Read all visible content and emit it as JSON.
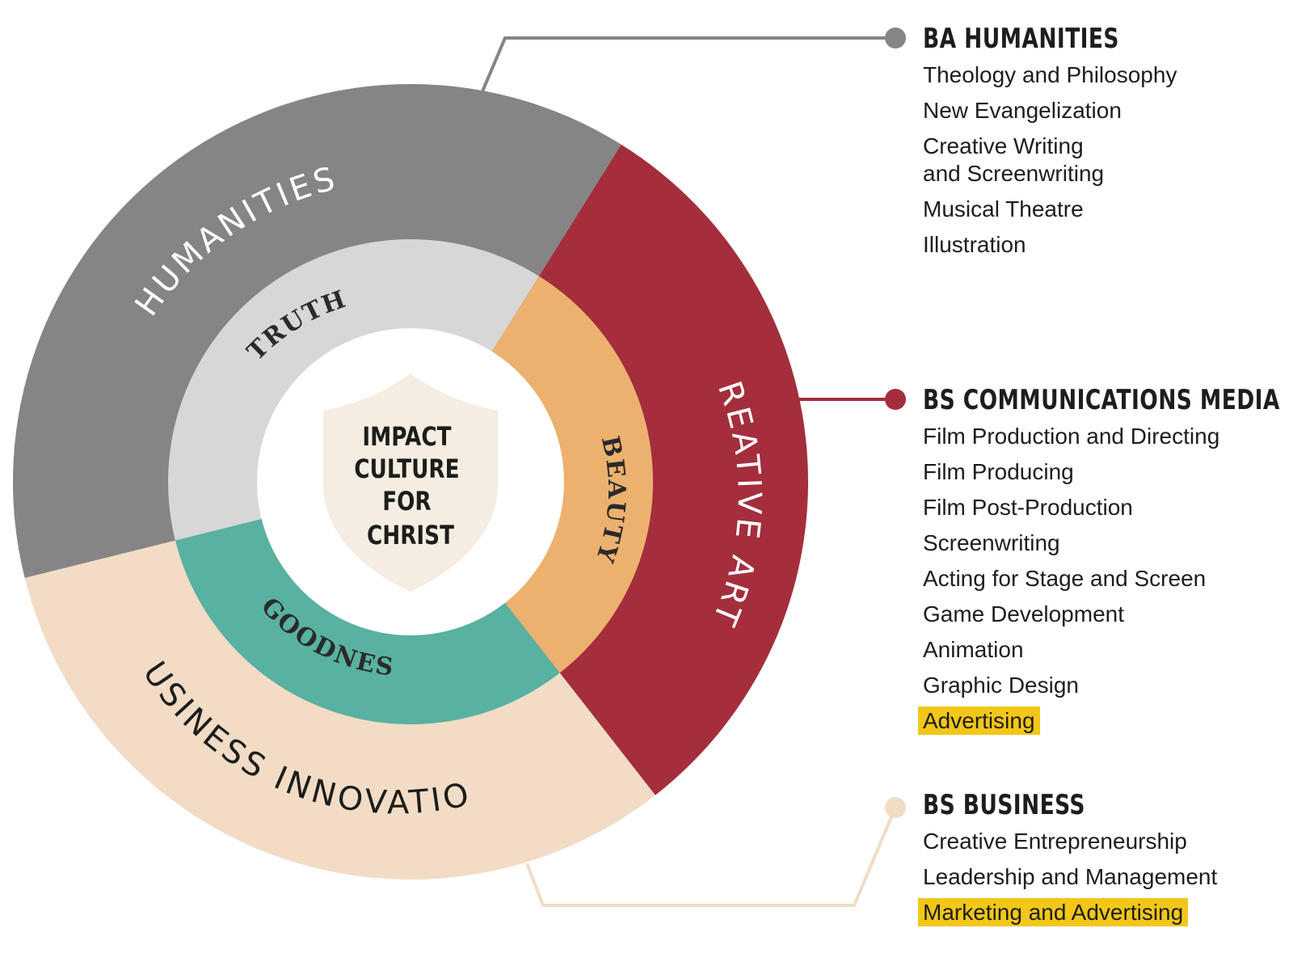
{
  "center": {
    "lines": [
      "IMPACT",
      "CULTURE",
      "FOR",
      "CHRIST"
    ]
  },
  "inner_ring": {
    "truth": "TRUTH",
    "beauty": "BEAUTY",
    "goodness": "GOODNESS"
  },
  "outer_ring": {
    "humanities": "HUMANITIES",
    "creative_arts": "CREATIVE ARTS",
    "business_innovation": "BUSINESS INNOVATION"
  },
  "colors": {
    "humanities": "#858585",
    "creative_arts": "#a42e3c",
    "business": "#f2dcc6",
    "truth": "#d7d7d7",
    "beauty": "#ecb16e",
    "goodness": "#58b1a1",
    "shield": "#f5ede1",
    "highlight": "#f2c718"
  },
  "programs": [
    {
      "title": "BA HUMANITIES",
      "items": [
        {
          "text": "Theology and Philosophy",
          "highlight": false
        },
        {
          "text": "New Evangelization",
          "highlight": false
        },
        {
          "text": "Creative Writing\nand Screenwriting",
          "highlight": false
        },
        {
          "text": "Musical Theatre",
          "highlight": false
        },
        {
          "text": "Illustration",
          "highlight": false
        }
      ]
    },
    {
      "title": "BS COMMUNICATIONS MEDIA",
      "items": [
        {
          "text": "Film Production and Directing",
          "highlight": false
        },
        {
          "text": "Film Producing",
          "highlight": false
        },
        {
          "text": "Film Post-Production",
          "highlight": false
        },
        {
          "text": "Screenwriting",
          "highlight": false
        },
        {
          "text": "Acting for Stage and Screen",
          "highlight": false
        },
        {
          "text": "Game Development",
          "highlight": false
        },
        {
          "text": "Animation",
          "highlight": false
        },
        {
          "text": "Graphic Design",
          "highlight": false
        },
        {
          "text": "Advertising",
          "highlight": true
        }
      ]
    },
    {
      "title": "BS BUSINESS",
      "items": [
        {
          "text": "Creative Entrepreneurship",
          "highlight": false
        },
        {
          "text": "Leadership and Management",
          "highlight": false
        },
        {
          "text": "Marketing and Advertising",
          "highlight": true
        }
      ]
    }
  ]
}
